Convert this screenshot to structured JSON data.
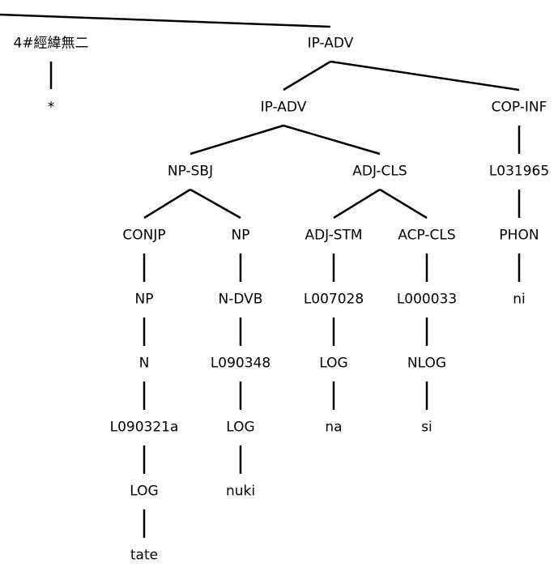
{
  "tree": {
    "n_idiom": "4#經緯無二",
    "n_star": "*",
    "n_ipadv_top": "IP-ADV",
    "n_ipadv": "IP-ADV",
    "n_copinf": "COP-INF",
    "n_npsbj": "NP-SBJ",
    "n_adjcls": "ADJ-CLS",
    "n_l031965": "L031965",
    "n_conjp": "CONJP",
    "n_np2": "NP",
    "n_adjstm": "ADJ-STM",
    "n_acpcls": "ACP-CLS",
    "n_phon": "PHON",
    "n_np3": "NP",
    "n_ndvb": "N-DVB",
    "n_l007028": "L007028",
    "n_l000033": "L000033",
    "n_ni": "ni",
    "n_n": "N",
    "n_l090348": "L090348",
    "n_log1": "LOG",
    "n_nlog": "NLOG",
    "n_l090321a": "L090321a",
    "n_log2": "LOG",
    "n_na": "na",
    "n_si": "si",
    "n_log3": "LOG",
    "n_nuki": "nuki",
    "n_tate": "tate"
  }
}
